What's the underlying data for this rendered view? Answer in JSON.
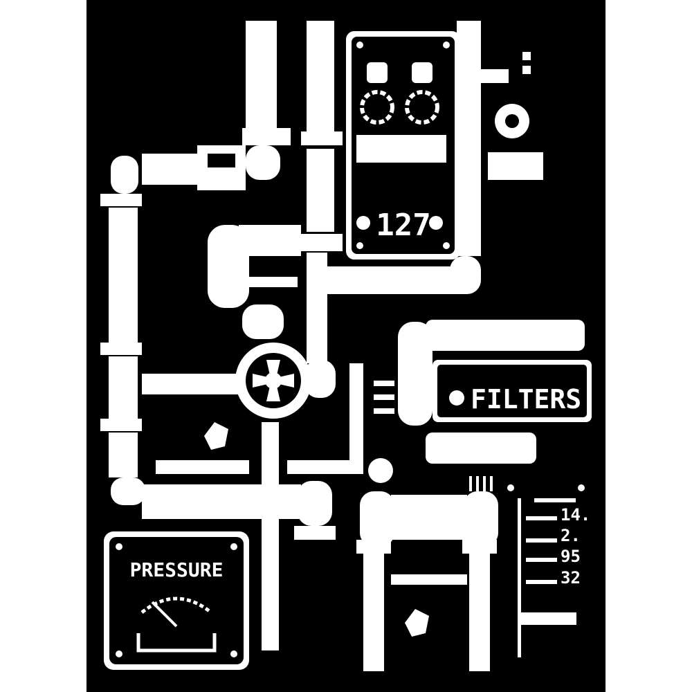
{
  "colors": {
    "background": "#000000",
    "stencil": "#ffffff",
    "page": "#ffffff"
  },
  "panels": {
    "counter": "127",
    "filters": "FILTERS",
    "pressure": "PRESSURE",
    "readings": [
      "14.",
      "2.",
      "95",
      "32"
    ]
  }
}
